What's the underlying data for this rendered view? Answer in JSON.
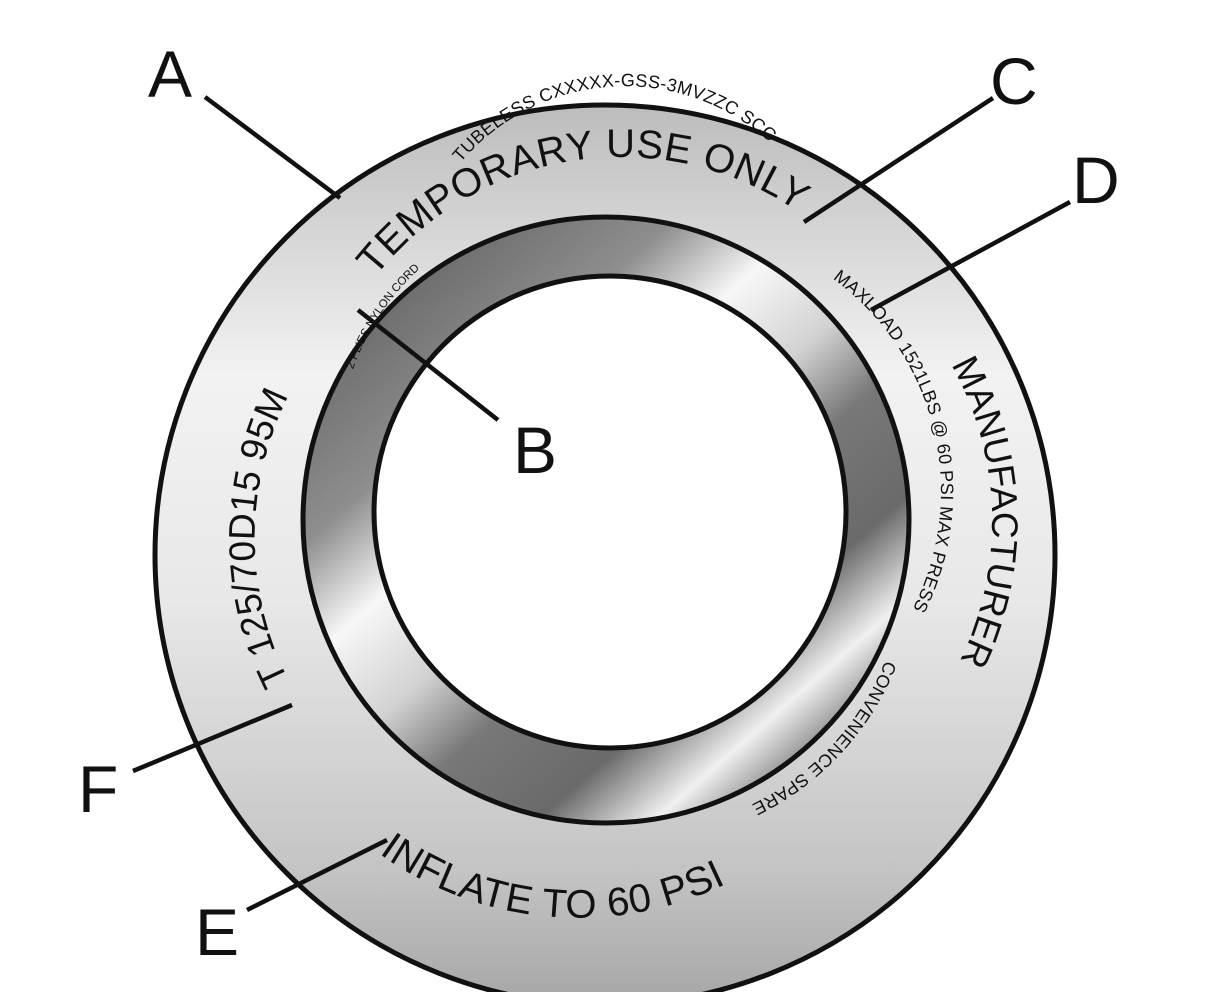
{
  "sidewall": {
    "temporary": "TEMPORARY USE ONLY",
    "tubeless": "TUBELESS CXXXXX-GSS-3MVZZC SCC",
    "plies": "2 PLIES NYLON CORD",
    "maxload": "MAXLOAD 1521LBS @ 60 PSI MAX PRESS",
    "manufacturer": "MANUFACTURER",
    "convenience": "CONVENIENCE SPARE",
    "inflate": "INFLATE TO 60 PSI",
    "size": "T 125/70D15  95M"
  },
  "callouts": {
    "a": "A",
    "b": "B",
    "c": "C",
    "d": "D",
    "e": "E",
    "f": "F"
  }
}
